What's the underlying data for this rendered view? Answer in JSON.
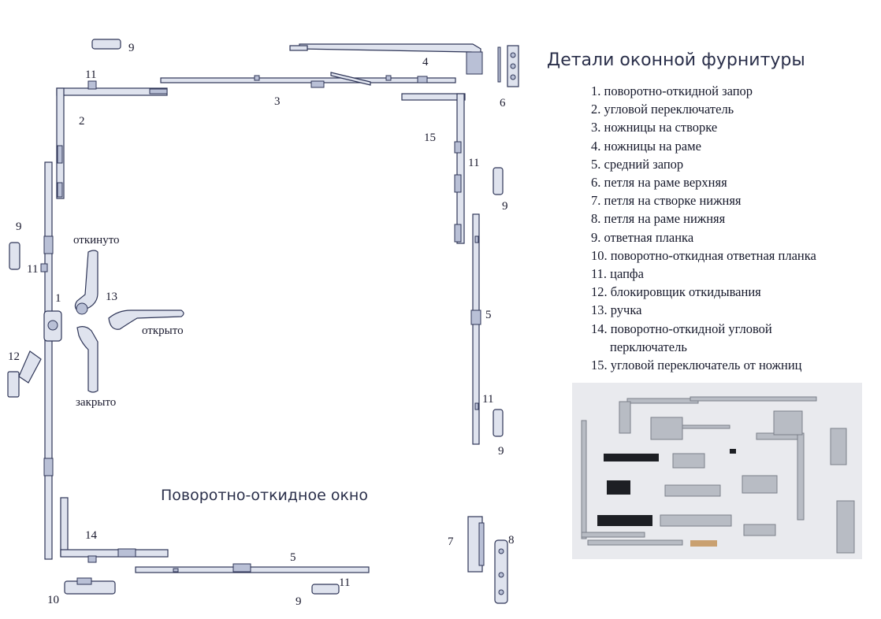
{
  "title": "Детали оконной фурнитуры",
  "caption": "Поворотно-откидное окно",
  "legend": [
    "1. поворотно-откидной запор",
    "2. угловой переключатель",
    "3. ножницы на створке",
    "4. ножницы на раме",
    "5. средний запор",
    "6. петля на раме верхняя",
    "7. петля на створке нижняя",
    "8. петля на раме нижняя",
    "9. ответная планка",
    "10. поворотно-откидная ответная планка",
    "11. цапфа",
    "12. блокировщик откидывания",
    "13. ручка",
    "14. поворотно-откидной угловой",
    "перключатель",
    "15. угловой переключатель от ножниц"
  ],
  "handle_states": {
    "tilted": "откинуто",
    "open": "открыто",
    "closed": "закрыто"
  },
  "part_labels": {
    "n1": "1",
    "n2": "2",
    "n3": "3",
    "n4": "4",
    "n5": "5",
    "n6": "6",
    "n7": "7",
    "n8": "8",
    "n9": "9",
    "n10": "10",
    "n11": "11",
    "n12": "12",
    "n13": "13",
    "n14": "14",
    "n15": "15"
  },
  "colors": {
    "ink": "#2e3557",
    "metal_light": "#dfe3ee",
    "metal_dark": "#b9c0d6",
    "photo_bg": "#e9eaee"
  }
}
